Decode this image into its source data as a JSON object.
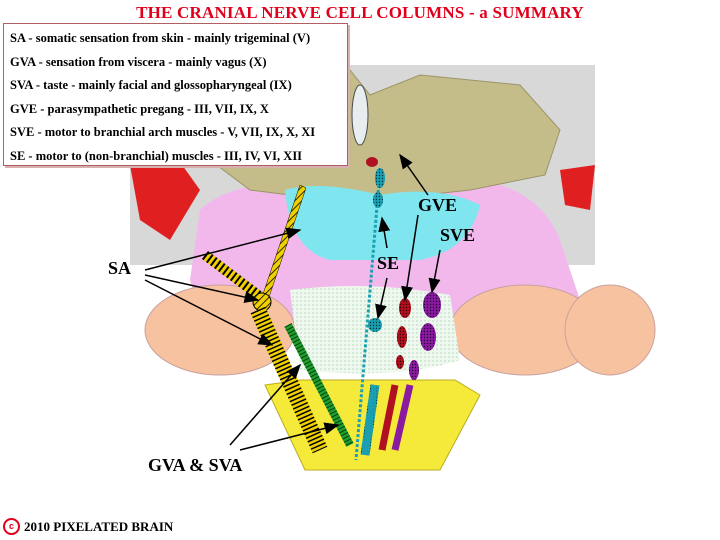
{
  "title": "THE CRANIAL NERVE CELL COLUMNS - a SUMMARY",
  "legend": [
    "SA - somatic sensation from skin - mainly trigeminal (V)",
    "GVA - sensation from viscera - mainly vagus (X)",
    "SVA - taste - mainly facial and glossopharyngeal (IX)",
    "GVE - parasympathetic pregang - III, VII, IX, X",
    "SVE - motor to branchial arch muscles - V,  VII,  IX,  X,  XI",
    "SE - motor to (non-branchial) muscles - III, IV, VI, XII"
  ],
  "labels": {
    "sa": "SA",
    "gva_sva": "GVA & SVA",
    "se": "SE",
    "gve": "GVE",
    "sve": "SVE"
  },
  "copyright": {
    "symbol": "c",
    "text": "2010  PIXELATED BRAIN"
  },
  "colors": {
    "title": "#e0001b",
    "sa_column": "#f0d000",
    "gva_sva_column": "#1f9e2e",
    "se_column": "#1aa0b0",
    "gve_column": "#b01020",
    "sve_column": "#8a1aa0"
  }
}
